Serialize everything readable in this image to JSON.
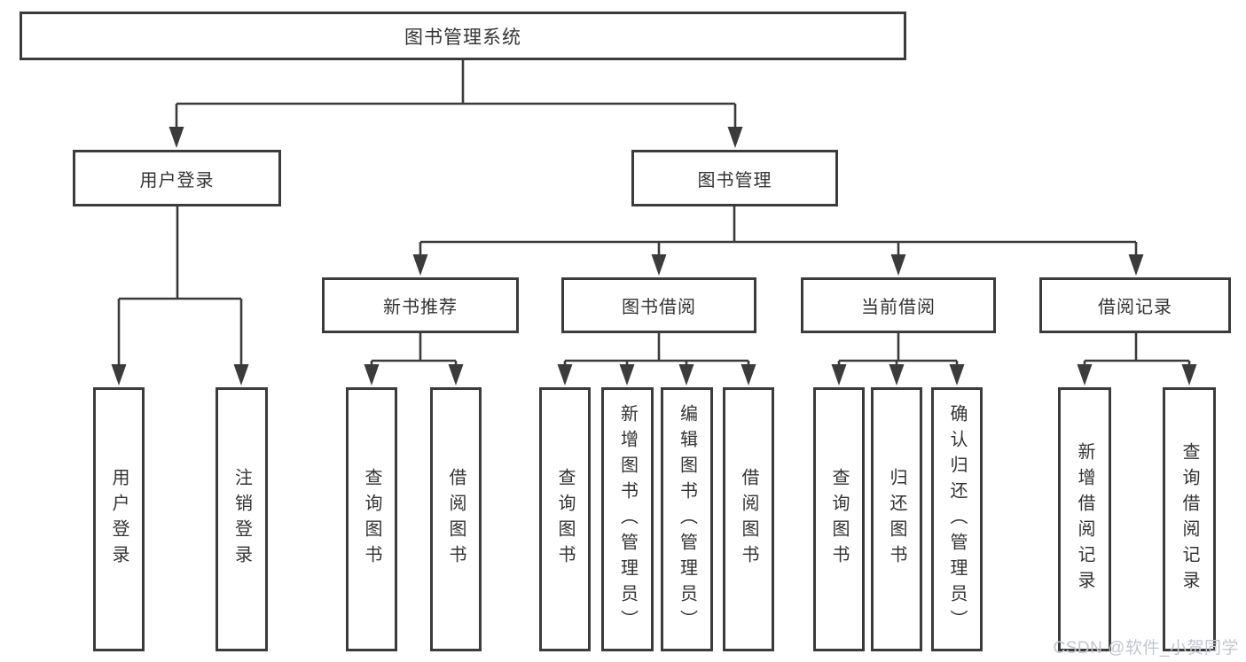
{
  "colors": {
    "line": "#3b3b3b",
    "text": "#333333",
    "bg": "#ffffff",
    "watermark": "#c3c6d0"
  },
  "watermark": {
    "text": "CSDN @软件_小贺同学"
  },
  "tree": {
    "label": "图书管理系统",
    "children": [
      {
        "label": "用户登录",
        "children": [
          {
            "label": "用户登录"
          },
          {
            "label": "注销登录"
          }
        ]
      },
      {
        "label": "图书管理",
        "children": [
          {
            "label": "新书推荐",
            "children": [
              {
                "label": "查询图书"
              },
              {
                "label": "借阅图书"
              }
            ]
          },
          {
            "label": "图书借阅",
            "children": [
              {
                "label": "查询图书"
              },
              {
                "label": "新增图书（管理员）"
              },
              {
                "label": "编辑图书（管理员）"
              },
              {
                "label": "借阅图书"
              }
            ]
          },
          {
            "label": "当前借阅",
            "children": [
              {
                "label": "查询图书"
              },
              {
                "label": "归还图书"
              },
              {
                "label": "确认归还（管理员）"
              }
            ]
          },
          {
            "label": "借阅记录",
            "children": [
              {
                "label": "新增借阅记录"
              },
              {
                "label": "查询借阅记录"
              }
            ]
          }
        ]
      }
    ]
  }
}
